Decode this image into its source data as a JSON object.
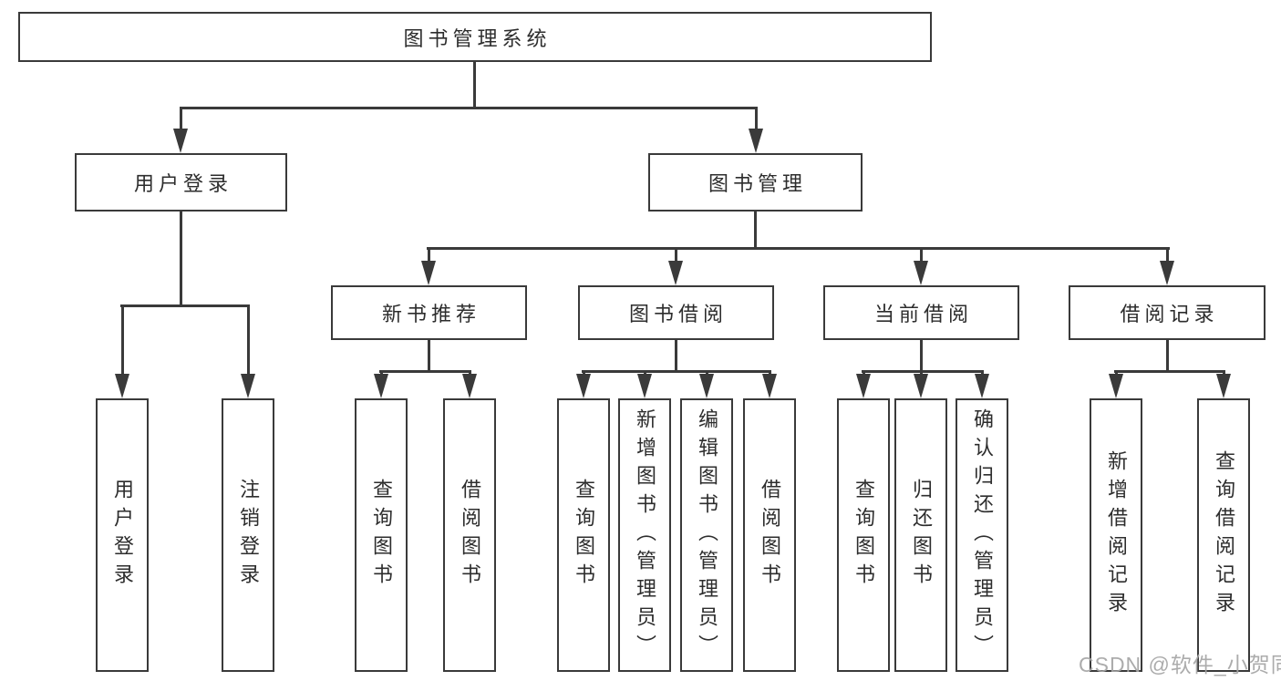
{
  "diagram": {
    "title": "图书管理系统",
    "branches": [
      {
        "label": "用户登录",
        "children": [
          "用户登录",
          "注销登录"
        ]
      },
      {
        "label": "图书管理",
        "children": [
          {
            "label": "新书推荐",
            "children": [
              "查询图书",
              "借阅图书"
            ]
          },
          {
            "label": "图书借阅",
            "children": [
              "查询图书",
              "新增图书（管理员）",
              "编辑图书（管理员）",
              "借阅图书"
            ]
          },
          {
            "label": "当前借阅",
            "children": [
              "查询图书",
              "归还图书",
              "确认归还（管理员）"
            ]
          },
          {
            "label": "借阅记录",
            "children": [
              "新增借阅记录",
              "查询借阅记录"
            ]
          }
        ]
      }
    ]
  },
  "watermark": {
    "text": "CSDN @软件_小贺同学"
  },
  "colors": {
    "line": "#3a3a3a",
    "box_border": "#3a3a3a",
    "box_fill": "#ffffff",
    "text": "#2d2d2d",
    "watermark": "#a5a5a5"
  }
}
